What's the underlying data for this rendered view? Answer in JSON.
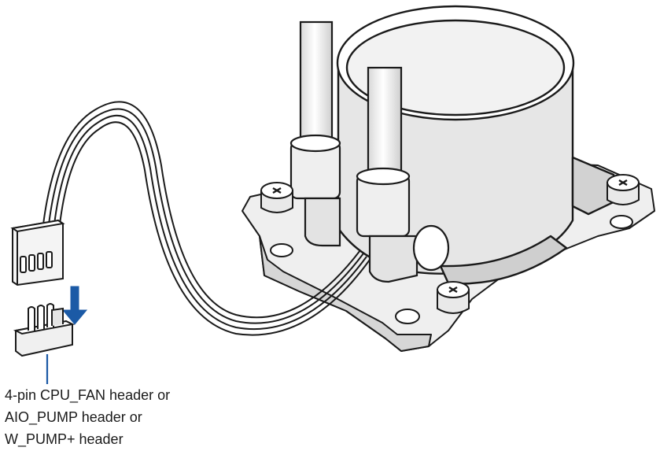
{
  "caption": {
    "lines": [
      "4-pin CPU_FAN header or",
      "AIO_PUMP header or",
      "W_PUMP+ header"
    ]
  },
  "colors": {
    "line": "#1a1a1a",
    "fill": "#ffffff",
    "shade": "#e9e9e9",
    "shade_dark": "#c9c9c9",
    "arrow": "#1b5aa6"
  },
  "icons": [
    "fan-connector-plug",
    "motherboard-header-pins",
    "down-arrow-icon",
    "aio-pump-block",
    "mounting-screw-icon"
  ]
}
